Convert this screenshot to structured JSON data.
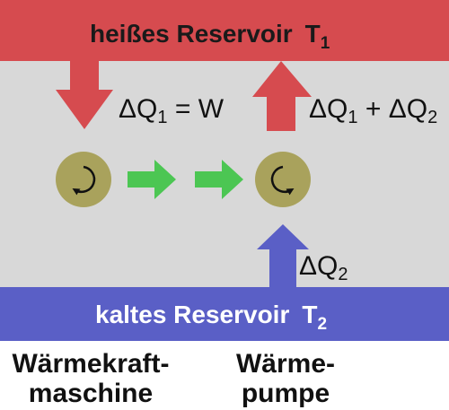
{
  "hot_reservoir": {
    "label": "heißes Reservoir",
    "temp_symbol": "T",
    "temp_subscript": "1",
    "color": "#d64b4f"
  },
  "cold_reservoir": {
    "label": "kaltes Reservoir",
    "temp_symbol": "T",
    "temp_subscript": "2",
    "color": "#5a5fc6"
  },
  "background_color": "#d8d8d8",
  "labels": {
    "engine_heat": {
      "delta": "ΔQ",
      "sub": "1",
      "rest": " = W"
    },
    "pump_heat_out": {
      "delta1": "ΔQ",
      "sub1": "1",
      "plus": " + ",
      "delta2": "ΔQ",
      "sub2": "2"
    },
    "pump_heat_in": {
      "delta": "ΔQ",
      "sub": "2"
    }
  },
  "machines": {
    "engine": {
      "line1": "Wärmekraft-",
      "line2": "maschine"
    },
    "pump": {
      "line1": "Wärme-",
      "line2": "pumpe"
    }
  },
  "colors": {
    "hot_arrow": "#d64b4f",
    "cold_arrow": "#5a5fc6",
    "work_arrow": "#4cc653",
    "machine_fill": "#a9a25c",
    "rotation_symbol": "#111111"
  }
}
